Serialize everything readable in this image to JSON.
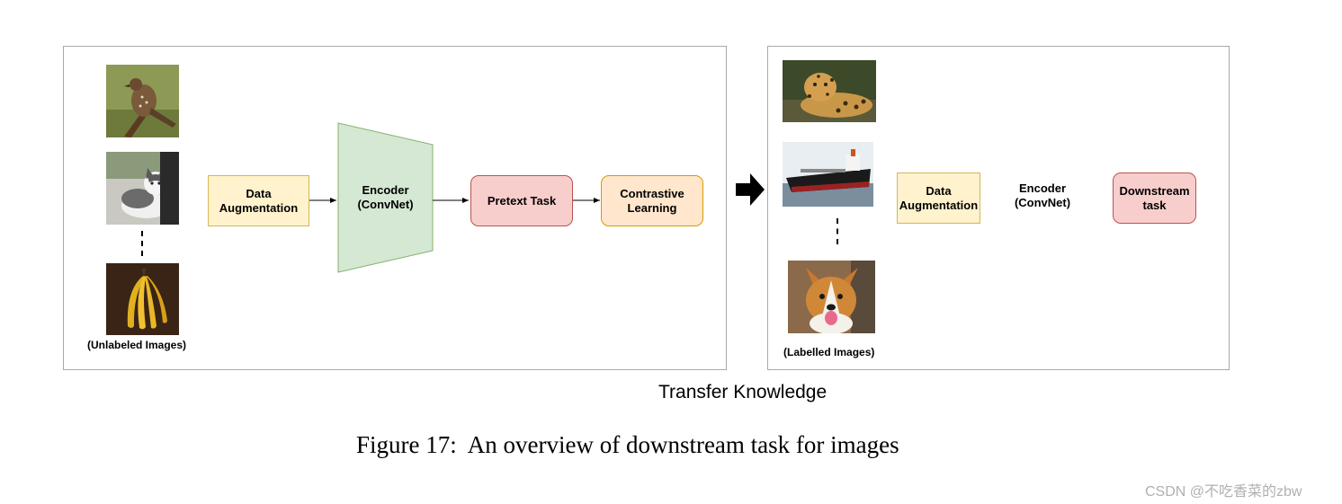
{
  "left_panel": {
    "caption": "(Unlabeled Images)",
    "data_augmentation": "Data\nAugmentation",
    "encoder": "Encoder\n(ConvNet)",
    "pretext_task": "Pretext Task",
    "contrastive_learning": "Contrastive\nLearning"
  },
  "right_panel": {
    "caption": "(Labelled Images)",
    "data_augmentation": "Data\nAugmentation",
    "encoder": "Encoder\n(ConvNet)",
    "downstream_task": "Downstream\ntask"
  },
  "transfer_label": "Transfer Knowledge",
  "figure_caption": "Figure 17:  An overview of downstream task for images",
  "watermark": "CSDN @不吃香菜的zbw",
  "colors": {
    "encoder_fill": "#d5e8d4",
    "encoder_stroke": "#82b366",
    "data_aug_fill": "#fff2cc",
    "pretext_fill": "#f8cecc",
    "contrastive_fill": "#ffe6cc"
  }
}
